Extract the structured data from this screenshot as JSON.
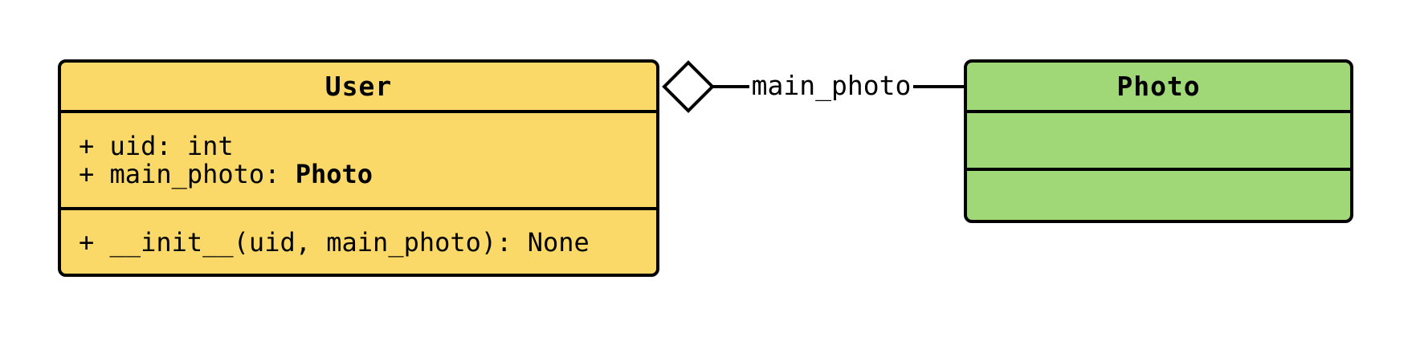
{
  "canvas": {
    "background": "#FFFFFF",
    "line_color": "#000000",
    "text_color": "#000000"
  },
  "classes": {
    "user": {
      "name": "User",
      "fill": "#FBD968",
      "attributes": [
        {
          "text": "+ uid: int",
          "bold_suffix": ""
        },
        {
          "text": "+ main_photo: ",
          "bold_suffix": "Photo"
        }
      ],
      "methods": [
        "+ __init__(uid, main_photo): None"
      ]
    },
    "photo": {
      "name": "Photo",
      "fill": "#A0D878",
      "attributes": [],
      "methods": []
    }
  },
  "relationship": {
    "type": "aggregation",
    "label": "main_photo",
    "diamond_fill": "#FFFFFF",
    "from": "User",
    "to": "Photo"
  }
}
